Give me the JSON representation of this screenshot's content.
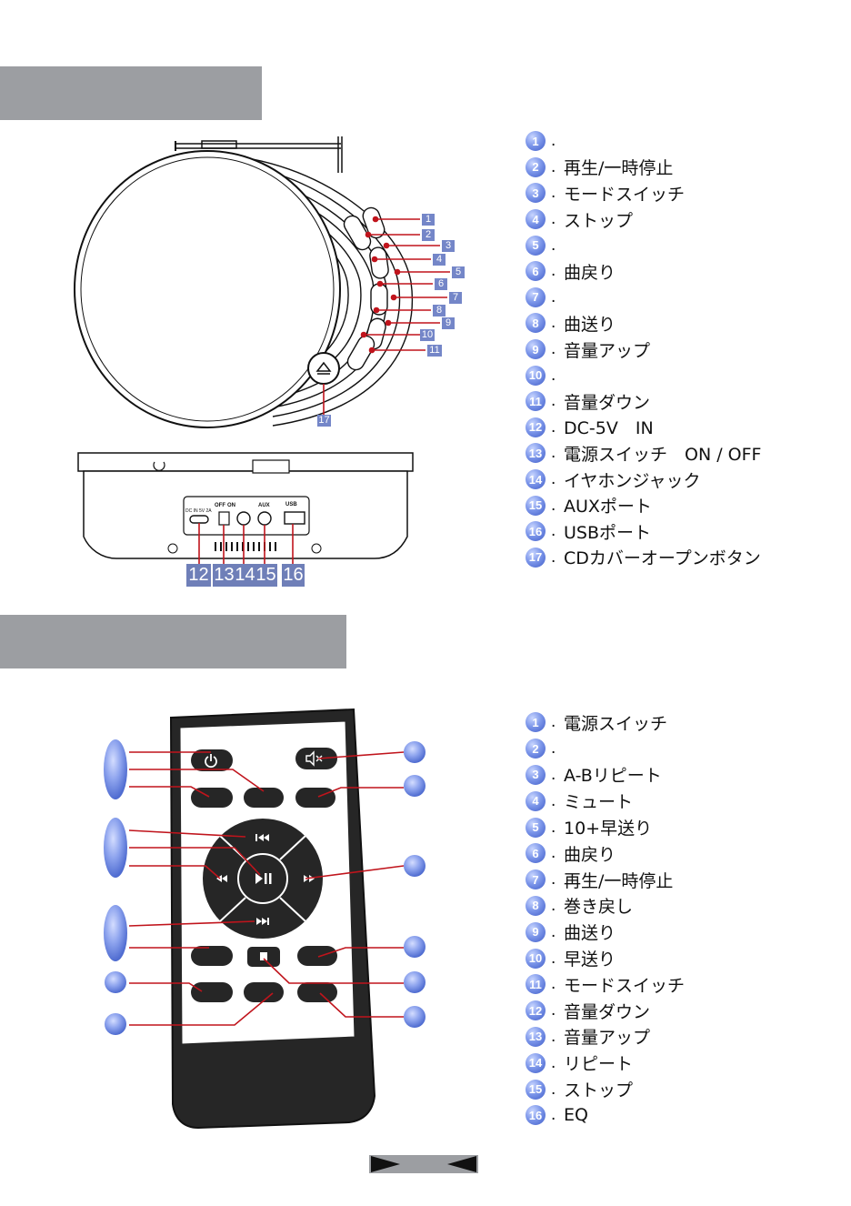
{
  "unit_section": {
    "items": [
      {
        "num": "1",
        "label": ""
      },
      {
        "num": "2",
        "label": "再生/一時停止"
      },
      {
        "num": "3",
        "label": "モードスイッチ"
      },
      {
        "num": "4",
        "label": "ストップ"
      },
      {
        "num": "5",
        "label": ""
      },
      {
        "num": "6",
        "label": "曲戻り"
      },
      {
        "num": "7",
        "label": ""
      },
      {
        "num": "8",
        "label": "曲送り"
      },
      {
        "num": "9",
        "label": "音量アップ"
      },
      {
        "num": "10",
        "label": ""
      },
      {
        "num": "11",
        "label": "音量ダウン"
      },
      {
        "num": "12",
        "label": "DC-5V　IN"
      },
      {
        "num": "13",
        "label": "電源スイッチ　ON / OFF"
      },
      {
        "num": "14",
        "label": "イヤホンジャック"
      },
      {
        "num": "15",
        "label": "AUXポート"
      },
      {
        "num": "16",
        "label": "USBポート"
      },
      {
        "num": "17",
        "label": "CDカバーオープンボタン"
      }
    ],
    "side_tags": [
      "1",
      "2",
      "3",
      "4",
      "5",
      "6",
      "7",
      "8",
      "9",
      "10",
      "11"
    ],
    "eject_tag": "17",
    "rear_tags": [
      "12",
      "13",
      "14",
      "15",
      "16"
    ],
    "rear_labels": {
      "dc": "DC IN 5V 2A",
      "off": "OFF",
      "on": "ON",
      "aux": "AUX",
      "usb": "USB"
    }
  },
  "remote_section": {
    "items": [
      {
        "num": "1",
        "label": "電源スイッチ"
      },
      {
        "num": "2",
        "label": ""
      },
      {
        "num": "3",
        "label": "A-Bリピート"
      },
      {
        "num": "4",
        "label": "ミュート"
      },
      {
        "num": "5",
        "label": "10+早送り"
      },
      {
        "num": "6",
        "label": "曲戻り"
      },
      {
        "num": "7",
        "label": "再生/一時停止"
      },
      {
        "num": "8",
        "label": "巻き戻し"
      },
      {
        "num": "9",
        "label": "曲送り"
      },
      {
        "num": "10",
        "label": "早送り"
      },
      {
        "num": "11",
        "label": "モードスイッチ"
      },
      {
        "num": "12",
        "label": "音量ダウン"
      },
      {
        "num": "13",
        "label": "音量アップ"
      },
      {
        "num": "14",
        "label": "リピート"
      },
      {
        "num": "15",
        "label": "ストップ"
      },
      {
        "num": "16",
        "label": "EQ"
      }
    ],
    "icons": {
      "power": "power-icon",
      "mute": "mute-icon",
      "prev": "previous-track-icon",
      "play": "play-pause-icon",
      "rew": "rewind-icon",
      "ff": "fast-forward-icon",
      "next": "next-track-icon",
      "stop": "stop-icon"
    }
  },
  "colors": {
    "band": "#9c9ea2",
    "badge": "#5b78dc",
    "leader": "#c0141c",
    "tag": "#7486c8"
  }
}
